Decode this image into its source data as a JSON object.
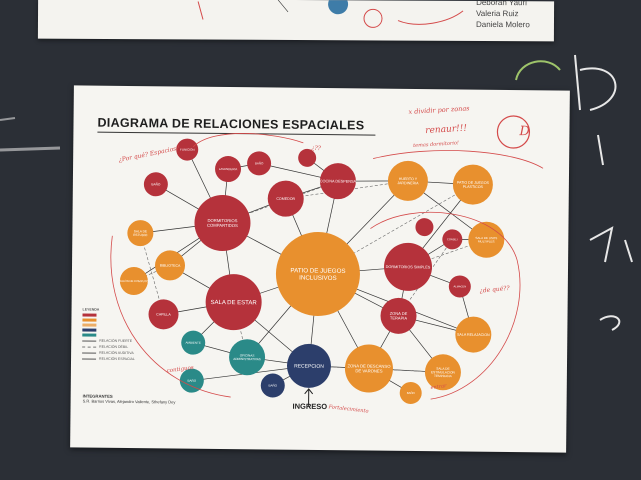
{
  "top_sheet": {
    "names": [
      "Deborah Yauri",
      "Valeria Ruiz",
      "Daniela Molero"
    ]
  },
  "poster": {
    "title": "DIAGRAMA DE RELACIONES ESPACIALES",
    "entrance_label": "INGRESO",
    "legend_title": "LEYENDA",
    "legend_lines": [
      "RELACIÓN FUERTE",
      "RELACIÓN DÉBIL",
      "RELACIÓN AUDITIVA",
      "RELACIÓN ESPACIAL"
    ],
    "team_title": "INTEGRANTES",
    "team_members": "S.R. Barrios Vivas, Alejandro Valiente, Sthefany Dey",
    "nodes": [
      {
        "label": "PATIO DE JUEGOS INCLUSIVOS",
        "color": "#e8902e"
      },
      {
        "label": "DORMITORIOS COMPARTIDOS",
        "color": "#b5323b"
      },
      {
        "label": "SALA DE ESTAR",
        "color": "#b5323b"
      },
      {
        "label": "RECEPCION",
        "color": "#2c3e6b"
      },
      {
        "label": "ZONA DE DESCANSO DE VARONES",
        "color": "#e8902e"
      },
      {
        "label": "DORMITORIOS SIMPLES",
        "color": "#b5323b"
      },
      {
        "label": "COCINA DESPENSA",
        "color": "#b5323b"
      },
      {
        "label": "HUERTO Y JARDINERIA",
        "color": "#e8902e"
      },
      {
        "label": "PATIO DE JUEGOS PLASTICOS",
        "color": "#e8902e"
      },
      {
        "label": "SALA DE USOS MULTIPLES",
        "color": "#e8902e"
      },
      {
        "label": "ZONA DE TERAPIA",
        "color": "#b5323b"
      },
      {
        "label": "SALA RELAJACION",
        "color": "#e8902e"
      },
      {
        "label": "SALA DE ESTIMULACION TEMPRANA",
        "color": "#e8902e"
      },
      {
        "label": "OFICINAS ADMINISTRATIVAS",
        "color": "#2a8a88"
      },
      {
        "label": "COMEDOR",
        "color": "#b5323b"
      },
      {
        "label": "LAVANDERIA",
        "color": "#b5323b"
      },
      {
        "label": "FUNICION",
        "color": "#b5323b"
      },
      {
        "label": "BAÑO",
        "color": "#b5323b"
      },
      {
        "label": "SALA DE ESTUDIO",
        "color": "#e8902e"
      },
      {
        "label": "BIBLIOTECA",
        "color": "#e8902e"
      },
      {
        "label": "SALON DE COMPUTO",
        "color": "#e8902e"
      },
      {
        "label": "CAPILLA",
        "color": "#b5323b"
      },
      {
        "label": "AMBIENTE",
        "color": "#2a8a88"
      },
      {
        "label": "BAÑO",
        "color": "#2a8a88"
      },
      {
        "label": "BAÑO",
        "color": "#2c3e6b"
      },
      {
        "label": "BAÑO",
        "color": "#e8902e"
      },
      {
        "label": "CONSEJ",
        "color": "#b5323b"
      },
      {
        "label": "ALMACEN",
        "color": "#b5323b"
      },
      {
        "label": "BAÑO",
        "color": "#b5323b"
      },
      {
        "label": "",
        "color": "#b5323b"
      },
      {
        "label": "",
        "color": "#b5323b"
      }
    ],
    "handwritten_notes": [
      "¿Por qué? Espacios?",
      "¿??",
      "x dividir por zonas",
      "renaur!!!",
      "temas dormitorio!",
      "D",
      "¿de qué??",
      "contiguos",
      "entrar",
      "Fortalecimiento"
    ]
  },
  "colors": {
    "red": "#b5323b",
    "orange": "#e8902e",
    "navy": "#2c3e6b",
    "teal": "#2a8a88",
    "ink": "#d44a4a",
    "board": "#2b2f36"
  }
}
